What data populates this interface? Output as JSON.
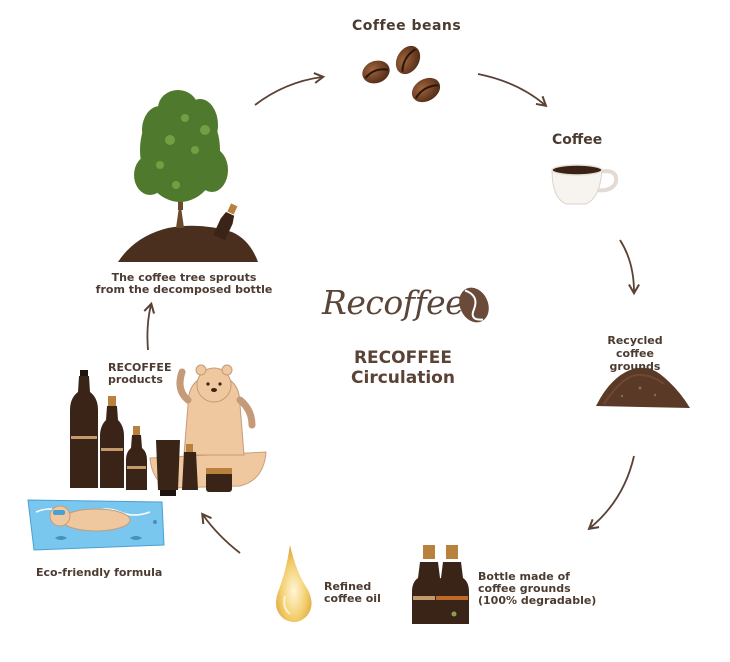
{
  "labels": {
    "coffee_beans": "Coffee beans",
    "coffee": "Coffee",
    "recycled_grounds": "Recycled\ncoffee grounds",
    "bottle": "Bottle made of\ncoffee grounds\n(100% degradable)",
    "oil": "Refined\ncoffee oil",
    "eco": "Eco-friendly formula",
    "products": "RECOFFEE\nproducts",
    "sprout": "The coffee tree sprouts\nfrom the decomposed bottle"
  },
  "center": {
    "logo": "Recoffee",
    "title": "RECOFFEE\nCirculation"
  },
  "colors": {
    "text": "#4b3b31",
    "arrow": "#5a4236",
    "coffee_brown": "#5c3a22",
    "leaf_green": "#4f7a2d",
    "soil": "#4a2f1f",
    "water": "#79c7ef",
    "oil": "#e9b74a",
    "bear": "#f0c8a0"
  }
}
